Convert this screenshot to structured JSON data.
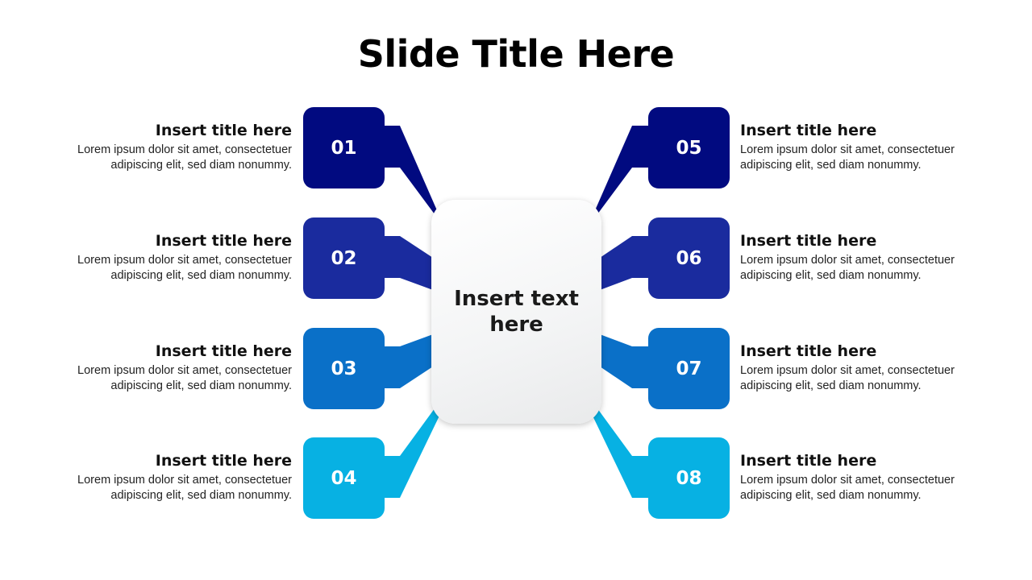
{
  "slide": {
    "title": "Slide Title Here",
    "center_text": "Insert text here"
  },
  "colors": {
    "shade_1": "#010A80",
    "shade_2": "#1A2B9E",
    "shade_3": "#0A70C8",
    "shade_4": "#07B1E3",
    "center_fill": "#F3F4F5"
  },
  "items": [
    {
      "number": "01",
      "title": "Insert title here",
      "body_line1": "Lorem ipsum dolor sit amet, consectetuer",
      "body_line2": "adipiscing elit, sed diam nonummy."
    },
    {
      "number": "02",
      "title": "Insert title here",
      "body_line1": "Lorem ipsum dolor sit amet, consectetuer",
      "body_line2": "adipiscing elit, sed diam nonummy."
    },
    {
      "number": "03",
      "title": "Insert title here",
      "body_line1": "Lorem ipsum dolor sit amet, consectetuer",
      "body_line2": "adipiscing elit, sed diam nonummy."
    },
    {
      "number": "04",
      "title": "Insert title here",
      "body_line1": "Lorem ipsum dolor sit amet, consectetuer",
      "body_line2": "adipiscing elit, sed diam nonummy."
    },
    {
      "number": "05",
      "title": "Insert title here",
      "body_line1": "Lorem ipsum dolor sit amet, consectetuer",
      "body_line2": "adipiscing elit, sed diam nonummy."
    },
    {
      "number": "06",
      "title": "Insert title here",
      "body_line1": "Lorem ipsum dolor sit amet, consectetuer",
      "body_line2": "adipiscing elit, sed diam nonummy."
    },
    {
      "number": "07",
      "title": "Insert title here",
      "body_line1": "Lorem ipsum dolor sit amet, consectetuer",
      "body_line2": "adipiscing elit, sed diam nonummy."
    },
    {
      "number": "08",
      "title": "Insert title here",
      "body_line1": "Lorem ipsum dolor sit amet, consectetuer",
      "body_line2": "adipiscing elit, sed diam nonummy."
    }
  ]
}
